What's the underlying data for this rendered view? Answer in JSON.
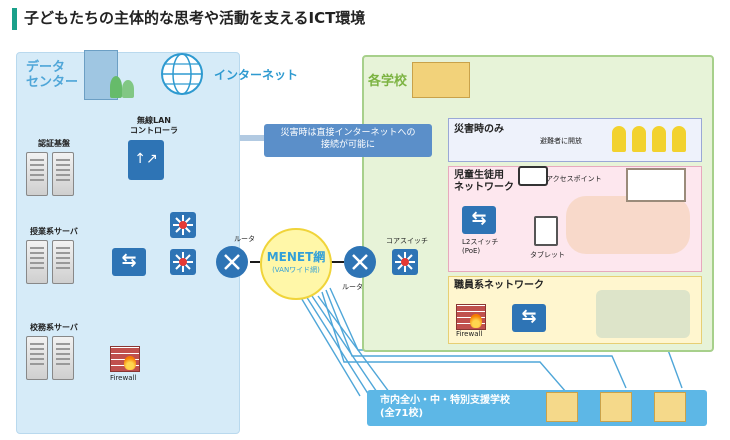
{
  "title": "子どもたちの主体的な思考や活動を支えるICT環境",
  "zones": {
    "datacenter_line1": "データ",
    "datacenter_line2": "センター",
    "school": "各学校"
  },
  "internet": "インターネット",
  "callout": {
    "line1": "災害時は直接インターネットへの",
    "line2": "接続が可能に"
  },
  "datacenter": {
    "auth": "認証基盤",
    "class_server": "授業系サーバ",
    "admin_server": "校務系サーバ",
    "wlan_line1": "無線LAN",
    "wlan_line2": "コントローラ",
    "router": "ルータ",
    "firewall": "Firewall"
  },
  "menet": {
    "name": "MENET網",
    "sub": "(VANワイド網)"
  },
  "school": {
    "router": "ルータ",
    "core_switch": "コアスイッチ",
    "disaster_title": "災害時のみ",
    "disaster_note": "避難者に開放",
    "student_line1": "児童生徒用",
    "student_line2": "ネットワーク",
    "access_point": "アクセスポイント",
    "l2_line1": "L2スイッチ",
    "l2_line2": "(PoE)",
    "tablet": "タブレット",
    "staff_title": "職員系ネットワーク",
    "firewall": "Firewall"
  },
  "city": {
    "line1": "市内全小・中・特別支援学校",
    "line2": "(全71校)"
  },
  "colors": {
    "accent": "#1aa08a",
    "device_blue": "#2e74b5",
    "line_blue": "#4fa6d8"
  }
}
